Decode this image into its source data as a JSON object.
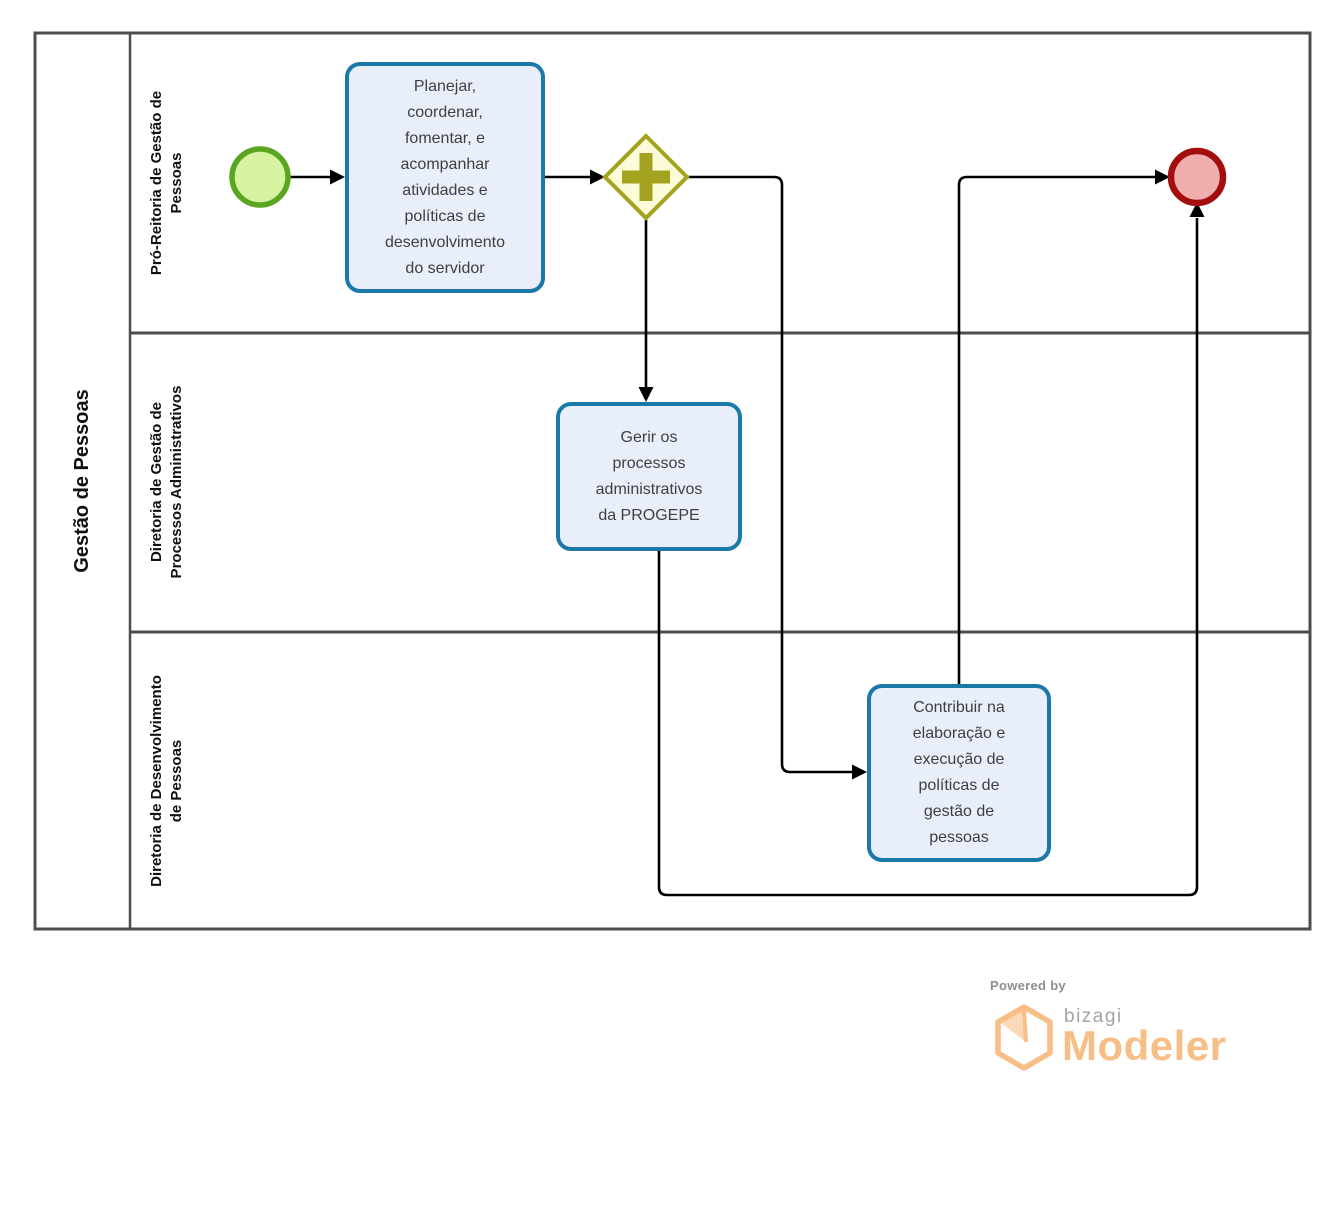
{
  "pool": {
    "label": "Gestão de Pessoas",
    "lanes": [
      {
        "label_lines": [
          "Pró-Reitoria de Gestão de",
          "Pessoas"
        ]
      },
      {
        "label_lines": [
          "Diretoria de Gestão de",
          "Processos Administrativos"
        ]
      },
      {
        "label_lines": [
          "Diretoria de Desenvolvimento",
          "de Pessoas"
        ]
      }
    ]
  },
  "nodes": {
    "start_event": {
      "type": "start-event"
    },
    "task_planejar": {
      "label": "Planejar, coordenar, fomentar, e acompanhar atividades e políticas de desenvolvimento do servidor"
    },
    "gateway_parallel": {
      "type": "parallel-gateway"
    },
    "task_gerir": {
      "label": "Gerir os processos administrativos da PROGEPE"
    },
    "task_contribuir": {
      "label": "Contribuir na elaboração e execução de políticas de gestão de pessoas"
    },
    "end_event": {
      "type": "end-event"
    }
  },
  "branding": {
    "powered_by": "Powered by",
    "brand": "bizagi",
    "product": "Modeler"
  },
  "colors": {
    "task_fill": "#E9EEFB",
    "task_stroke": "#1A79A8",
    "start_fill": "#D7F2A0",
    "start_stroke": "#5BA621",
    "end_fill": "#F0AEAE",
    "end_stroke": "#A30D0D",
    "gateway_fill": "#FCFCD8",
    "gateway_stroke": "#A3A31F",
    "lane_border": "#4D4D4D",
    "flow": "#000000",
    "brand_orange": "#F7BE85",
    "brand_gray": "#A2A4A6"
  }
}
